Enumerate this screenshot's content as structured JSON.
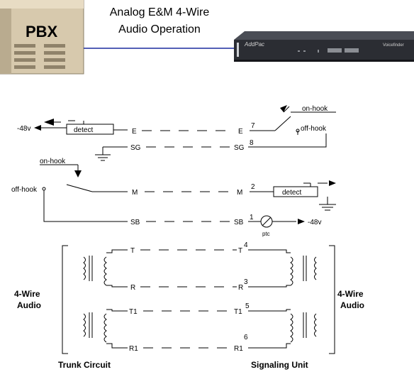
{
  "header": {
    "pbx_label": "PBX",
    "title_line1": "Analog E&M 4-Wire",
    "title_line2": "Audio Operation",
    "device_brand": "AddPac",
    "device_model": "Voicefinder"
  },
  "schematic": {
    "minus48_left": "-48v",
    "detect_left": "detect",
    "detect_right": "detect",
    "minus48_right": "-48v",
    "on_hook_right": "on-hook",
    "off_hook_right": "off-hook",
    "on_hook_left": "on-hook",
    "off_hook_left": "off-hook",
    "ptc": "ptc",
    "left_E": "E",
    "right_E": "E",
    "pin_E": "7",
    "left_SG": "SG",
    "right_SG": "SG",
    "pin_SG": "8",
    "left_M": "M",
    "right_M": "M",
    "pin_M": "2",
    "left_SB": "SB",
    "right_SB": "SB",
    "pin_SB": "1",
    "left_T": "T",
    "right_T": "T",
    "pin_T": "4",
    "left_R": "R",
    "right_R": "R",
    "pin_R": "3",
    "left_T1": "T1",
    "right_T1": "T1",
    "pin_T1": "5",
    "left_R1": "R1",
    "right_R1": "R1",
    "pin_R1": "6",
    "audio_left_1": "4-Wire",
    "audio_left_2": "Audio",
    "audio_right_1": "4-Wire",
    "audio_right_2": "Audio",
    "trunk_circuit": "Trunk Circuit",
    "signaling_unit": "Signaling Unit"
  },
  "colors": {
    "pbx_fill": "#d7c9ad",
    "link_line": "#1a2a9e",
    "device_body": "#2b2d33"
  }
}
